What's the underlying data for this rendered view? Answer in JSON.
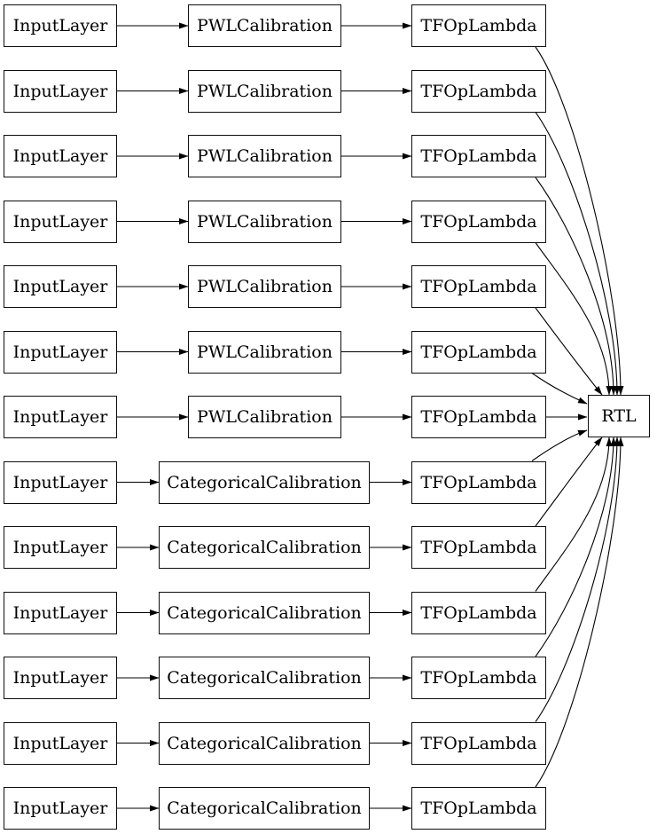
{
  "graph": {
    "background_color": "#ffffff",
    "line_color": "#000000",
    "rows": [
      {
        "input": "InputLayer",
        "calibration": "PWLCalibration",
        "op": "TFOpLambda"
      },
      {
        "input": "InputLayer",
        "calibration": "PWLCalibration",
        "op": "TFOpLambda"
      },
      {
        "input": "InputLayer",
        "calibration": "PWLCalibration",
        "op": "TFOpLambda"
      },
      {
        "input": "InputLayer",
        "calibration": "PWLCalibration",
        "op": "TFOpLambda"
      },
      {
        "input": "InputLayer",
        "calibration": "PWLCalibration",
        "op": "TFOpLambda"
      },
      {
        "input": "InputLayer",
        "calibration": "PWLCalibration",
        "op": "TFOpLambda"
      },
      {
        "input": "InputLayer",
        "calibration": "PWLCalibration",
        "op": "TFOpLambda"
      },
      {
        "input": "InputLayer",
        "calibration": "CategoricalCalibration",
        "op": "TFOpLambda"
      },
      {
        "input": "InputLayer",
        "calibration": "CategoricalCalibration",
        "op": "TFOpLambda"
      },
      {
        "input": "InputLayer",
        "calibration": "CategoricalCalibration",
        "op": "TFOpLambda"
      },
      {
        "input": "InputLayer",
        "calibration": "CategoricalCalibration",
        "op": "TFOpLambda"
      },
      {
        "input": "InputLayer",
        "calibration": "CategoricalCalibration",
        "op": "TFOpLambda"
      },
      {
        "input": "InputLayer",
        "calibration": "CategoricalCalibration",
        "op": "TFOpLambda"
      }
    ],
    "sink": "RTL"
  }
}
